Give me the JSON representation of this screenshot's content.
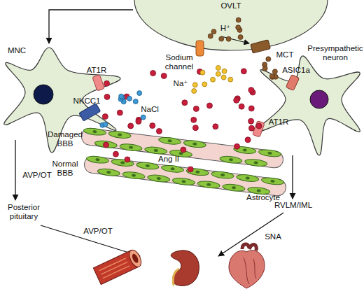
{
  "diagram": {
    "nodes": [
      {
        "text": [
          "OVLT"
        ]
      },
      {
        "text": [
          "MNC"
        ]
      },
      {
        "text": [
          "Presympathetic neuron"
        ]
      }
    ],
    "edges": [
      {
        "from": 0,
        "to": 1,
        "arrow": "to"
      }
    ],
    "labels": [
      "AT1R",
      "NKCC1",
      "Sodium channel",
      "H⁺",
      "MCT",
      "ASIC1a",
      "Na⁺",
      "NaCl",
      "AT1R",
      "Damaged BBB",
      "Normal BBB",
      "Ang II",
      "Astrocyte",
      "AVP/OT",
      "Posterior pituitary",
      "AVP/OT",
      "RVLM/IML",
      "SNA"
    ]
  }
}
